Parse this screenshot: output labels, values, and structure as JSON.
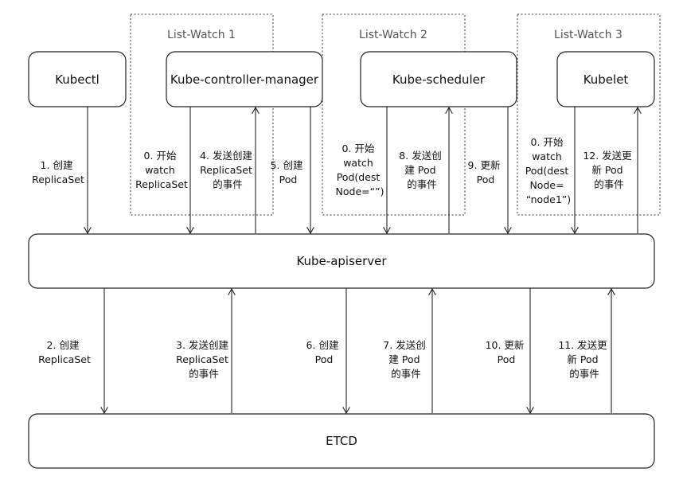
{
  "watch_groups": [
    {
      "id": "lw1",
      "title": "List-Watch 1"
    },
    {
      "id": "lw2",
      "title": "List-Watch 2"
    },
    {
      "id": "lw3",
      "title": "List-Watch 3"
    }
  ],
  "components": {
    "kubectl": "Kubectl",
    "controller_manager": "Kube-controller-manager",
    "scheduler": "Kube-scheduler",
    "kubelet": "Kubelet",
    "apiserver": "Kube-apiserver",
    "etcd": "ETCD"
  },
  "upper_steps": [
    {
      "id": "s1",
      "lines": [
        "1. 创建",
        "ReplicaSet"
      ],
      "direction": "down"
    },
    {
      "id": "s0a",
      "lines": [
        "0. 开始",
        "watch",
        "ReplicaSet"
      ],
      "direction": "down"
    },
    {
      "id": "s4",
      "lines": [
        "4. 发送创建",
        "ReplicaSet",
        "的事件"
      ],
      "direction": "up"
    },
    {
      "id": "s5",
      "lines": [
        "5. 创建",
        "Pod"
      ],
      "direction": "down"
    },
    {
      "id": "s0b",
      "lines": [
        "0. 开始",
        "watch",
        "Pod(dest",
        "Node=“”)"
      ],
      "direction": "down"
    },
    {
      "id": "s8",
      "lines": [
        "8. 发送创",
        "建 Pod",
        "的事件"
      ],
      "direction": "up"
    },
    {
      "id": "s9",
      "lines": [
        "9. 更新",
        "Pod"
      ],
      "direction": "down"
    },
    {
      "id": "s0c",
      "lines": [
        "0. 开始",
        "watch",
        "Pod(dest",
        "Node=",
        "“node1”)"
      ],
      "direction": "down"
    },
    {
      "id": "s12",
      "lines": [
        "12. 发送更",
        "新 Pod",
        "的事件"
      ],
      "direction": "up"
    }
  ],
  "lower_steps": [
    {
      "id": "s2",
      "lines": [
        "2. 创建",
        "ReplicaSet"
      ],
      "direction": "down"
    },
    {
      "id": "s3",
      "lines": [
        "3. 发送创建",
        "ReplicaSet",
        "的事件"
      ],
      "direction": "up"
    },
    {
      "id": "s6",
      "lines": [
        "6. 创建",
        "Pod"
      ],
      "direction": "down"
    },
    {
      "id": "s7",
      "lines": [
        "7. 发送创",
        "建 Pod",
        "的事件"
      ],
      "direction": "up"
    },
    {
      "id": "s10",
      "lines": [
        "10. 更新",
        "Pod"
      ],
      "direction": "down"
    },
    {
      "id": "s11",
      "lines": [
        "11. 发送更",
        "新 Pod",
        "的事件"
      ],
      "direction": "up"
    }
  ]
}
